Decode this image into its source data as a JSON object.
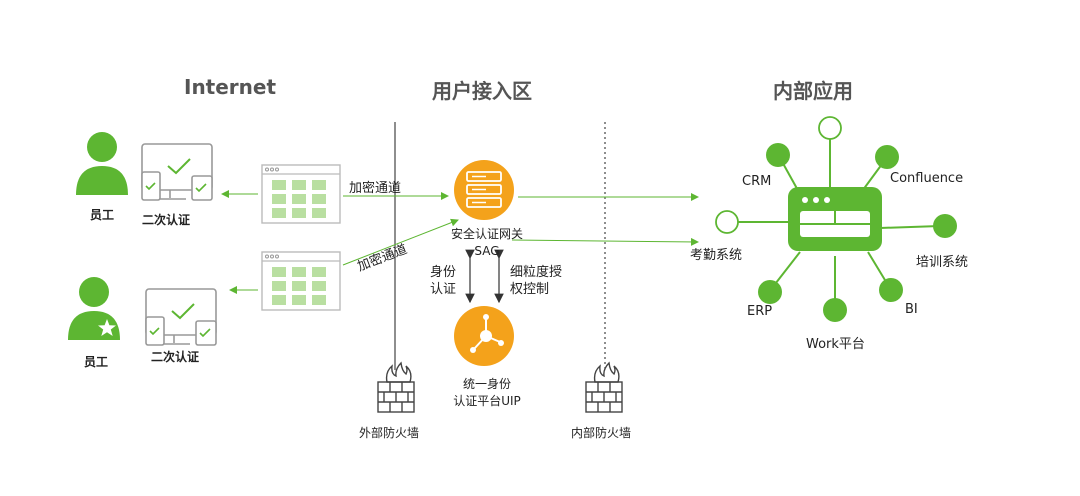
{
  "sections": {
    "internet": "Internet",
    "access_zone": "用户接入区",
    "internal_apps": "内部应用"
  },
  "users": [
    {
      "role": "员工",
      "auth": "二次认证"
    },
    {
      "role": "员工",
      "auth": "二次认证"
    }
  ],
  "channels": [
    "加密通道",
    "加密通道"
  ],
  "sag": {
    "name": "安全认证网关",
    "code": "SAG"
  },
  "uip": {
    "line1": "统一身份",
    "line2": "认证平台UIP"
  },
  "links": {
    "identity_auth": [
      "身份",
      "认证"
    ],
    "fine_grained": [
      "细粒度授",
      "权控制"
    ]
  },
  "firewalls": {
    "outer": "外部防火墙",
    "inner": "内部防火墙"
  },
  "apps": {
    "crm": "CRM",
    "confluence": "Confluence",
    "attendance": "考勤系统",
    "training": "培训系统",
    "erp": "ERP",
    "bi": "BI",
    "work": "Work平台"
  },
  "colors": {
    "green": "#5db632",
    "orange": "#f4a21b",
    "gray_line": "#bbbbbb"
  }
}
